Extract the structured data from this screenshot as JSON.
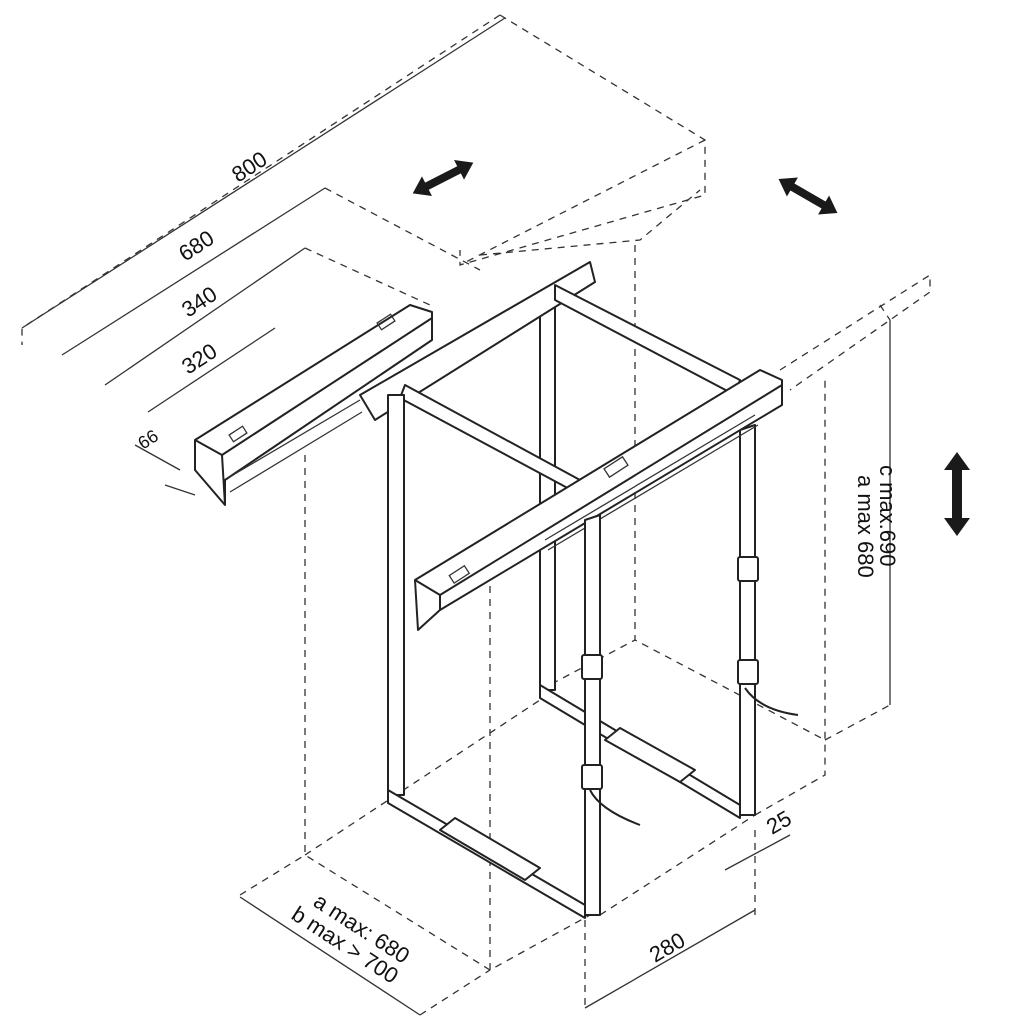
{
  "dimensions": {
    "total_length": "800",
    "rail_length": "680",
    "rail_short": "340",
    "rail_min": "320",
    "rail_height": "66",
    "height_label_c": "c max.690",
    "height_label_a": "a max 680",
    "offset": "25",
    "width": "280",
    "depth_a": "a max: 680",
    "depth_b": "b max > 700"
  },
  "icons": [
    "double-arrow-horizontal",
    "double-arrow-diagonal",
    "double-arrow-vertical"
  ],
  "colors": {
    "line": "#222222",
    "background": "#ffffff"
  }
}
